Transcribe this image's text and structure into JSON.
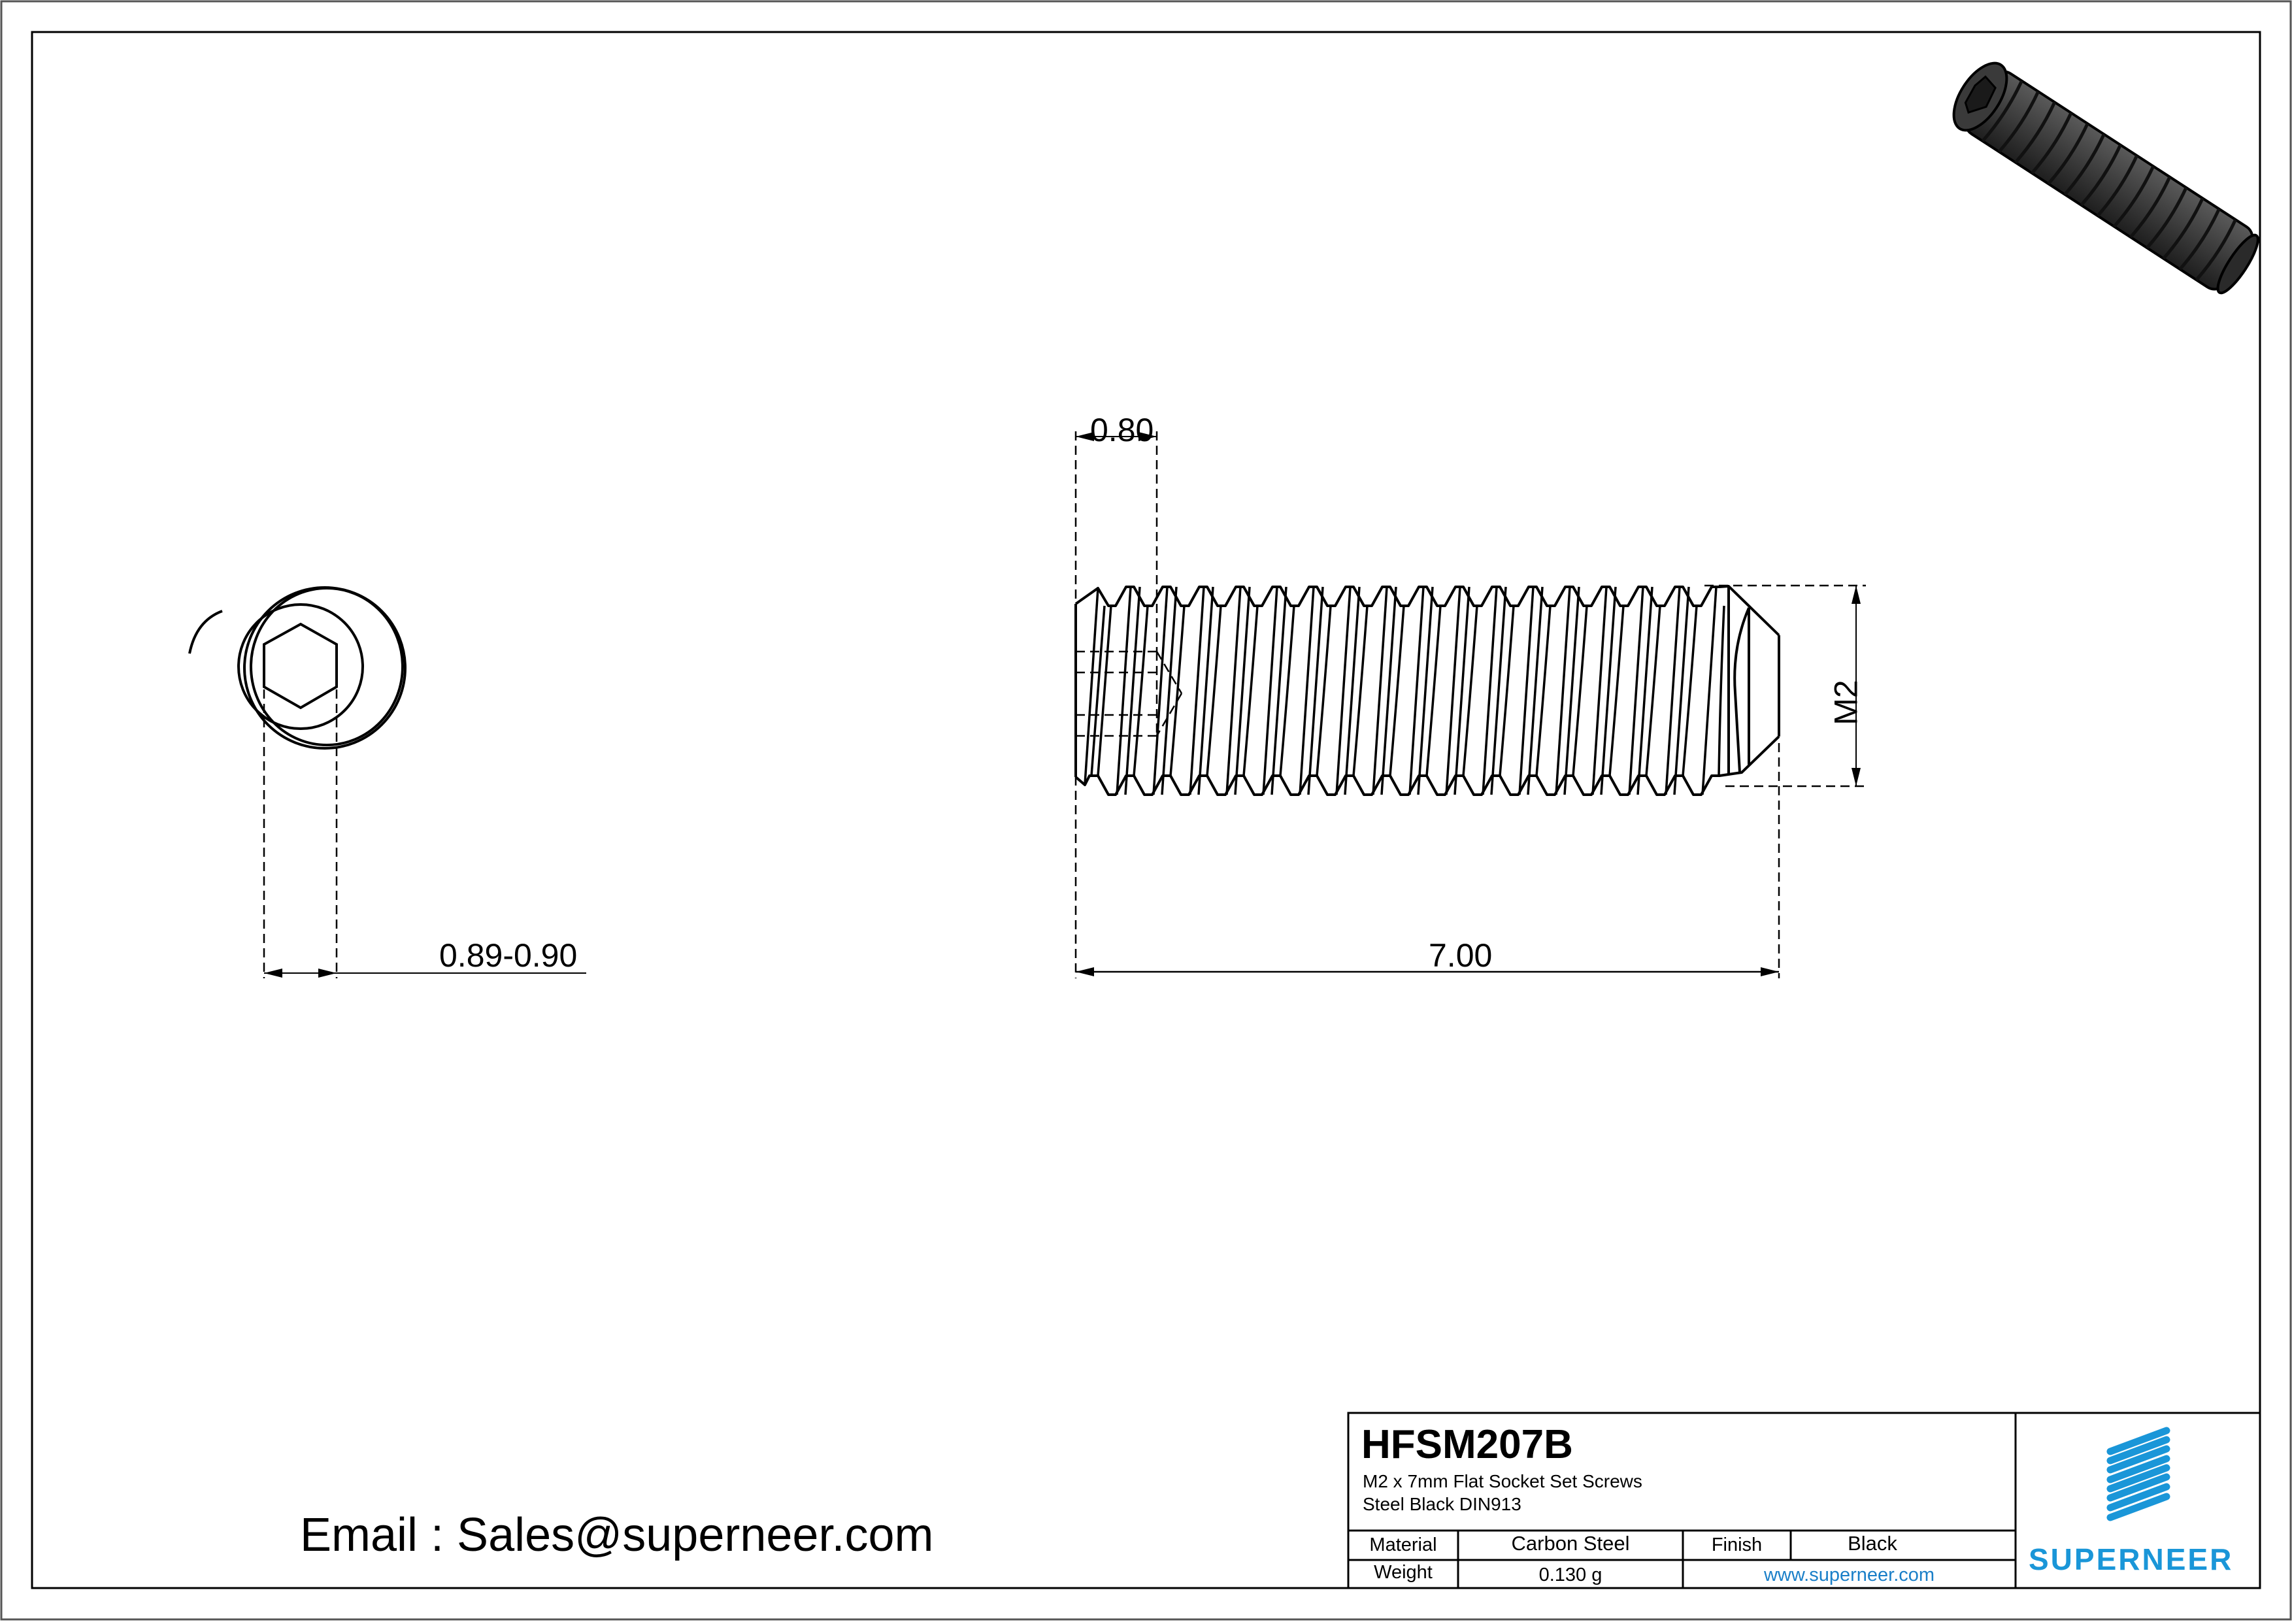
{
  "drawing": {
    "part_number": "HFSM207B",
    "description_line1": "M2 x 7mm Flat Socket Set Screws",
    "description_line2": "Steel Black DIN913",
    "email": "Email : Sales@superneer.com"
  },
  "dimensions": {
    "socket_width": "0.89-0.90",
    "socket_depth": "0.80",
    "thread_size": "M2",
    "length": "7.00"
  },
  "title_block": {
    "material_label": "Material",
    "material_value": "Carbon Steel",
    "finish_label": "Finish",
    "finish_value": "Black",
    "weight_label": "Weight",
    "weight_value": "0.130 g",
    "website": "www.superneer.com",
    "brand": "SUPERNEER"
  },
  "colors": {
    "brand_blue": "#1a96d8",
    "link_blue": "#1a7fc8",
    "line": "#000000",
    "outer_border": "#555555"
  }
}
